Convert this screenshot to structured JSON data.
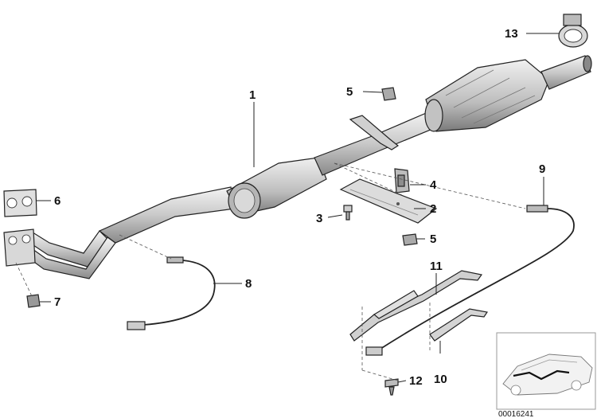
{
  "callouts": [
    {
      "number": "1"
    },
    {
      "number": "2"
    },
    {
      "number": "3"
    },
    {
      "number": "4"
    },
    {
      "number": "5"
    },
    {
      "number": "5"
    },
    {
      "number": "6"
    },
    {
      "number": "7"
    },
    {
      "number": "8"
    },
    {
      "number": "9"
    },
    {
      "number": "10"
    },
    {
      "number": "11"
    },
    {
      "number": "12"
    },
    {
      "number": "13"
    }
  ],
  "reference_number": "00016241",
  "colors": {
    "line": "#222222",
    "part_fill": "#e6e6e6",
    "part_shade": "#a8a8a8",
    "background": "#ffffff"
  }
}
